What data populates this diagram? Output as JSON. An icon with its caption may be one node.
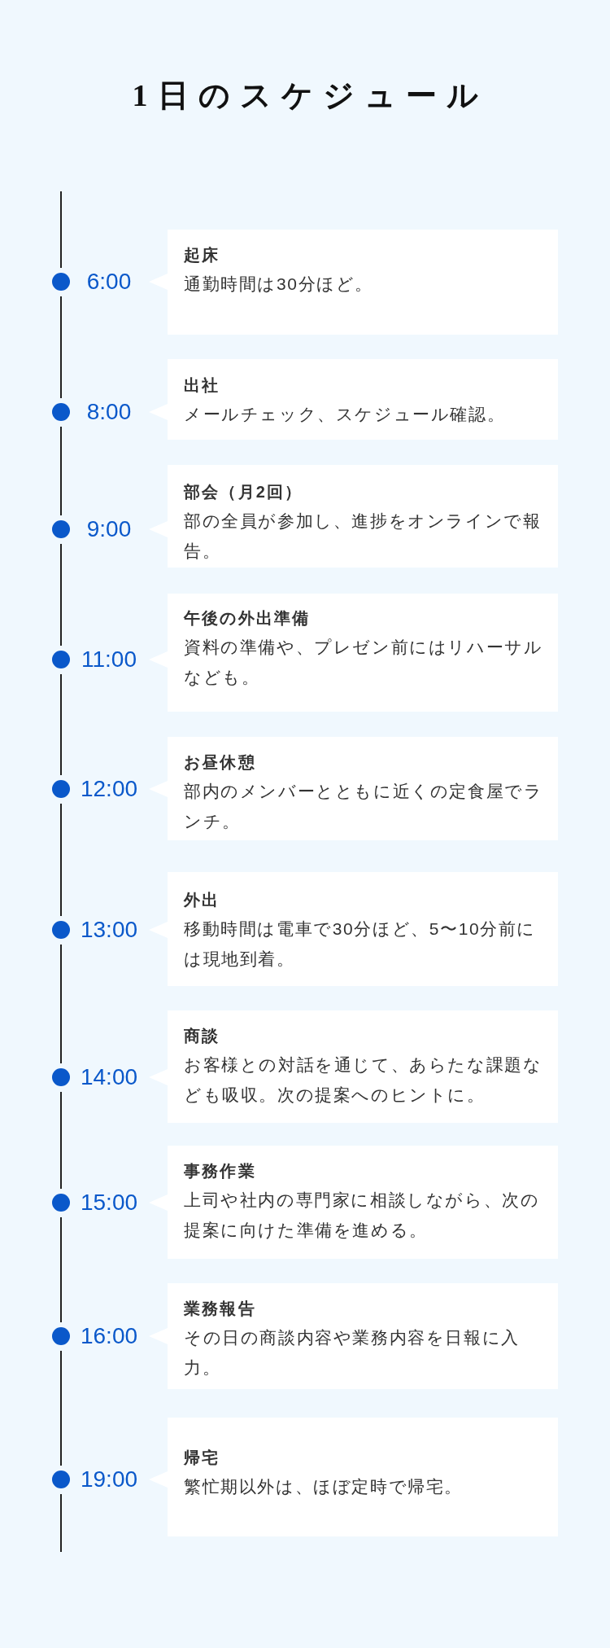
{
  "diagram": {
    "title": "1日のスケジュール",
    "nodes": [
      {
        "text": [
          "起床",
          "通勤時間は30分ほど。"
        ],
        "beside": [
          "6:00"
        ]
      },
      {
        "text": [
          "出社",
          "メールチェック、スケジュール確認。"
        ],
        "beside": [
          "8:00"
        ]
      },
      {
        "text": [
          "部会（月2回）",
          "部の全員が参加し、進捗をオンラインで報告。"
        ],
        "beside": [
          "9:00"
        ]
      },
      {
        "text": [
          "午後の外出準備",
          "資料の準備や、プレゼン前にはリハーサルなども。"
        ],
        "beside": [
          "11:00"
        ]
      },
      {
        "text": [
          "お昼休憩",
          "部内のメンバーとともに近くの定食屋でランチ。"
        ],
        "beside": [
          "12:00"
        ]
      },
      {
        "text": [
          "外出",
          "移動時間は電車で30分ほど、5〜10分前には現地到着。"
        ],
        "beside": [
          "13:00"
        ]
      },
      {
        "text": [
          "商談",
          "お客様との対話を通じて、あらたな課題なども吸収。次の提案へのヒントに。"
        ],
        "beside": [
          "14:00"
        ]
      },
      {
        "text": [
          "事務作業",
          "上司や社内の専門家に相談しながら、次の提案に向けた準備を進める。"
        ],
        "beside": [
          "15:00"
        ]
      },
      {
        "text": [
          "業務報告",
          "その日の商談内容や業務内容を日報に入力。"
        ],
        "beside": [
          "16:00"
        ]
      },
      {
        "text": [
          "帰宅",
          "繁忙期以外は、ほぼ定時で帰宅。"
        ],
        "beside": [
          "19:00"
        ]
      }
    ]
  }
}
